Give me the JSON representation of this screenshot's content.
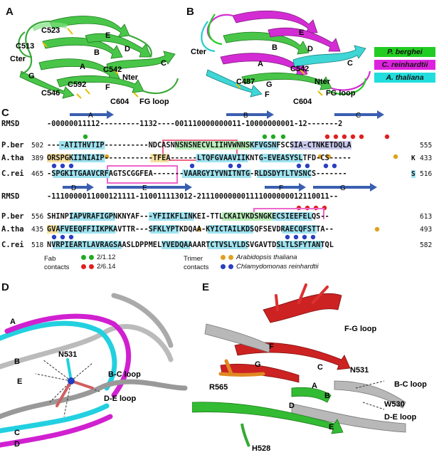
{
  "panels": {
    "a": {
      "label": "A",
      "labels": [
        "C523",
        "C513",
        "Cter",
        "E",
        "B",
        "D",
        "A",
        "C542",
        "C",
        "Nter",
        "G",
        "C592",
        "F",
        "C546",
        "C604",
        "FG loop"
      ]
    },
    "b": {
      "label": "B",
      "labels": [
        "Cter",
        "E",
        "B",
        "D",
        "A",
        "C542",
        "C",
        "C487",
        "Nter",
        "G",
        "F",
        "C604",
        "FG loop"
      ],
      "legend": [
        {
          "name": "P. berghei",
          "color": "#22cc22"
        },
        {
          "name": "C. reinhardtii",
          "color": "#dd22dd"
        },
        {
          "name": "A. thaliana",
          "color": "#22dddd"
        }
      ]
    },
    "c": {
      "label": "C",
      "block1": {
        "rmsd_label": "RMSD",
        "rmsd": "-00000011112---------1132----001110000000011-10000000001-12-------2",
        "strands": [
          "A",
          "B",
          "C"
        ],
        "rows": [
          {
            "name": "P.ber",
            "start": "502",
            "seq": "----ATITHVTIP----------NDCASNNSNSNECVLIIHVWNNSKFVGSNFSCSIA-CTNKETDQLA",
            "end": "555"
          },
          {
            "name": "A.tha",
            "start": "389",
            "seq": "ORSPGKIINIAIP-----------TFEA------LTQFGVAAVIIKNTG-EVEASYSLTFD-CS-----",
            "end": "433"
          },
          {
            "name": "C.rei",
            "start": "465",
            "seq": "-SPGKITGAAVCRFAGTSCGGFEA-------VAARGYIYVNITNTG-RLDSDYTLTVSNCS-------",
            "end": "516"
          }
        ],
        "end_mark": "K",
        "end_mark2": "S"
      },
      "block2": {
        "rmsd_label": "RMSD",
        "rmsd": "-1110000011000121111-110011113012-211100000001111000000012110011--",
        "strands": [
          "D",
          "E",
          "F",
          "G"
        ],
        "rows": [
          {
            "name": "P.ber",
            "start": "556",
            "seq": "SHINPIAPVRAFIGPNKNYAF---YFIIKFLINKEI-TTLCKAIVKDSNGKECSIEEFELQS--",
            "end": "613"
          },
          {
            "name": "A.tha",
            "start": "435",
            "seq": "GVAFVEEQFFIIKPKAVTTR---SFKLYPTKDQAA-KYICTAILKDSQFSEVDRAECQFSTTA--",
            "end": "493"
          },
          {
            "name": "C.rei",
            "start": "518",
            "seq": "NVRPIEARTLAVRAGSAASLDPPMELYVEDQAAAARTCTVSLYLDSVGAVTDSLTLSFYTANTQL",
            "end": "582"
          }
        ]
      },
      "legend": {
        "fab_label1": "Fab",
        "fab_label2": "contacts",
        "fab_green": "2/1.12",
        "fab_red": "2/6.14",
        "trimer_label1": "Trimer",
        "trimer_label2": "contacts",
        "trimer_orange": "Arabidopsis thaliana",
        "trimer_blue": "Chlamydomonas reinhardtii"
      }
    },
    "d": {
      "label": "D",
      "labels": [
        "A",
        "N531",
        "B-C loop",
        "B",
        "D-E loop",
        "E",
        "C",
        "D"
      ]
    },
    "e": {
      "label": "E",
      "labels": [
        "F-G loop",
        "F",
        "G",
        "C",
        "N531",
        "B-C loop",
        "R565",
        "A",
        "B",
        "W530",
        "D",
        "D-E loop",
        "E",
        "H528"
      ]
    }
  }
}
